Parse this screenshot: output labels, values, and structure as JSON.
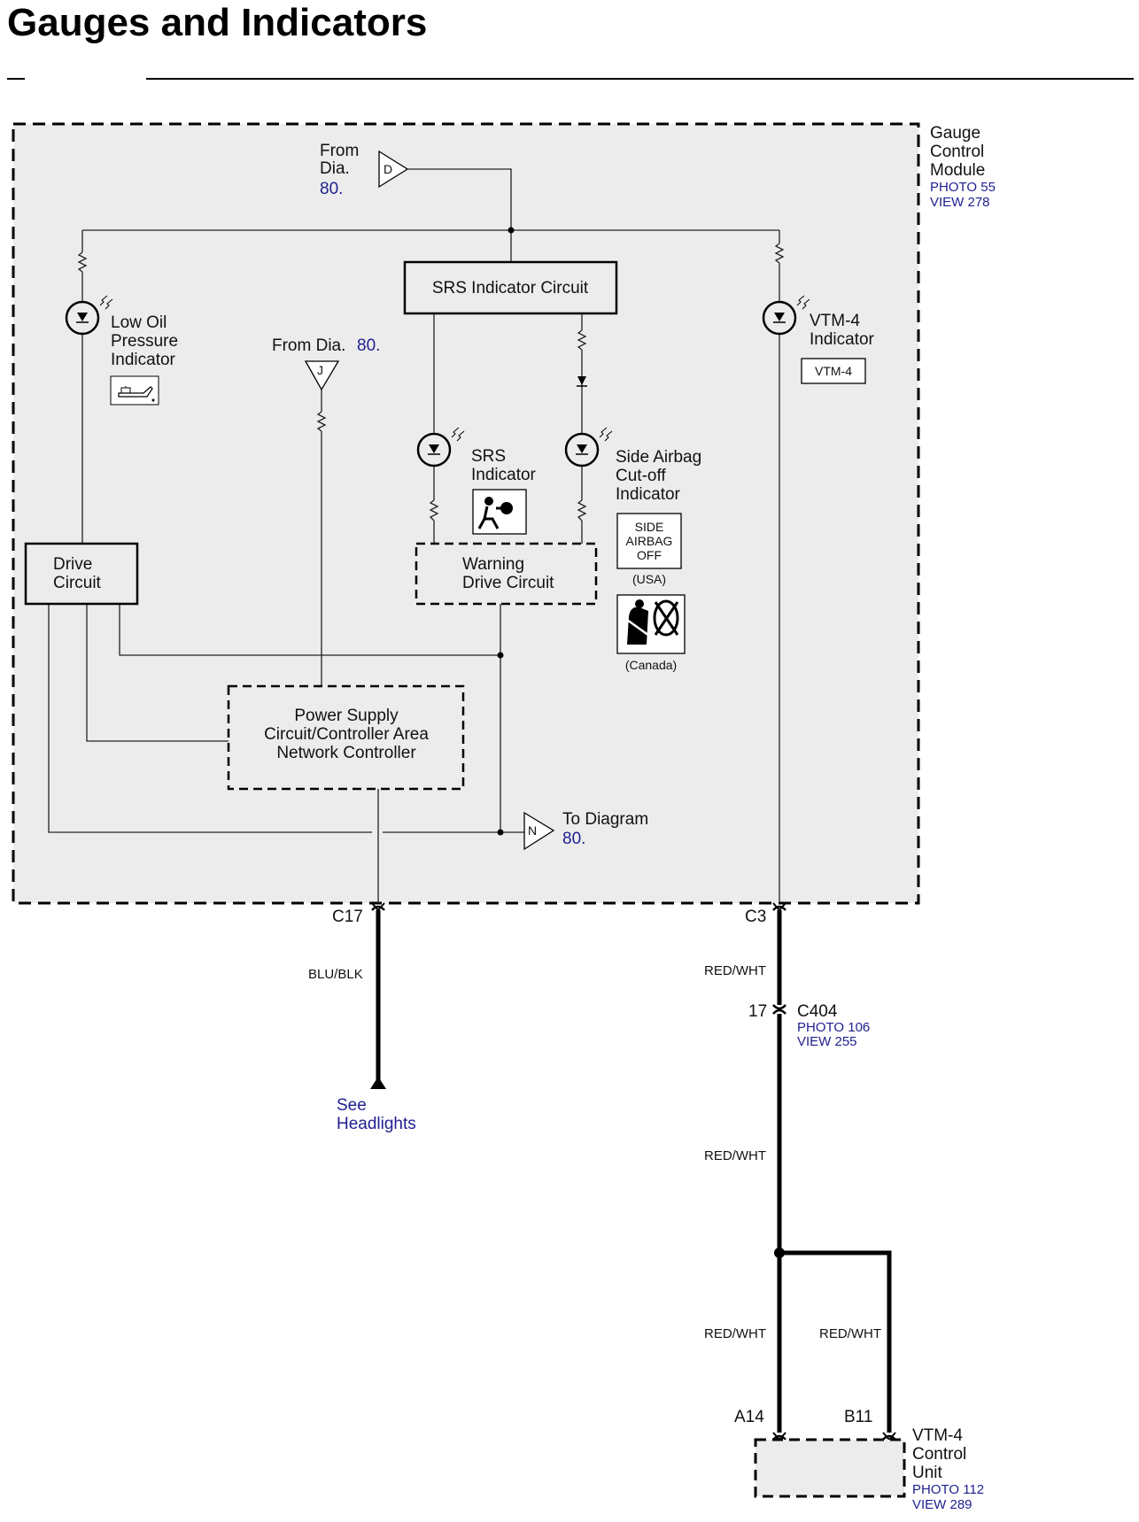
{
  "page": {
    "title": "Gauges and Indicators"
  },
  "module": {
    "name_line1": "Gauge",
    "name_line2": "Control",
    "name_line3": "Module",
    "photo": "PHOTO 55",
    "view": "VIEW 278"
  },
  "from_d": {
    "line1": "From",
    "line2": "Dia.",
    "ref": "80.",
    "symbol": "D"
  },
  "from_j": {
    "label": "From Dia.",
    "ref": "80.",
    "symbol": "J"
  },
  "to_n": {
    "label": "To Diagram",
    "ref": "80.",
    "symbol": "N"
  },
  "blocks": {
    "srs_circuit": "SRS Indicator Circuit",
    "drive_line1": "Drive",
    "drive_line2": "Circuit",
    "warning_line1": "Warning",
    "warning_line2": "Drive Circuit",
    "power_line1": "Power Supply",
    "power_line2": "Circuit/Controller Area",
    "power_line3": "Network Controller"
  },
  "indicators": {
    "low_oil_line1": "Low Oil",
    "low_oil_line2": "Pressure",
    "low_oil_line3": "Indicator",
    "low_oil_icon": "oil-can-icon",
    "srs_line1": "SRS",
    "srs_line2": "Indicator",
    "srs_icon": "airbag-person-icon",
    "side_line1": "Side Airbag",
    "side_line2": "Cut-off",
    "side_line3": "Indicator",
    "side_usa_line1": "SIDE",
    "side_usa_line2": "AIRBAG",
    "side_usa_line3": "OFF",
    "side_usa_caption": "(USA)",
    "side_canada_icon": "seat-airbag-off-icon",
    "side_canada_caption": "(Canada)",
    "vtm_line1": "VTM-4",
    "vtm_line2": "Indicator",
    "vtm_badge": "VTM-4"
  },
  "connectors": {
    "c17": "C17",
    "c3": "C3",
    "c404": "C404",
    "c404_pin": "17",
    "c404_photo": "PHOTO 106",
    "c404_view": "VIEW 255",
    "a14": "A14",
    "b11": "B11"
  },
  "wires": {
    "blu_blk": "BLU/BLK",
    "red_wht_1": "RED/WHT",
    "red_wht_2": "RED/WHT",
    "red_wht_3": "RED/WHT",
    "red_wht_4": "RED/WHT"
  },
  "see_headlights": {
    "line1": "See",
    "line2": "Headlights"
  },
  "vtm_unit": {
    "line1": "VTM-4",
    "line2": "Control",
    "line3": "Unit",
    "photo": "PHOTO 112",
    "view": "VIEW 289"
  },
  "colors": {
    "module_fill": "#ececec",
    "reference_blue": "#1f1f8f",
    "line": "#000000"
  }
}
